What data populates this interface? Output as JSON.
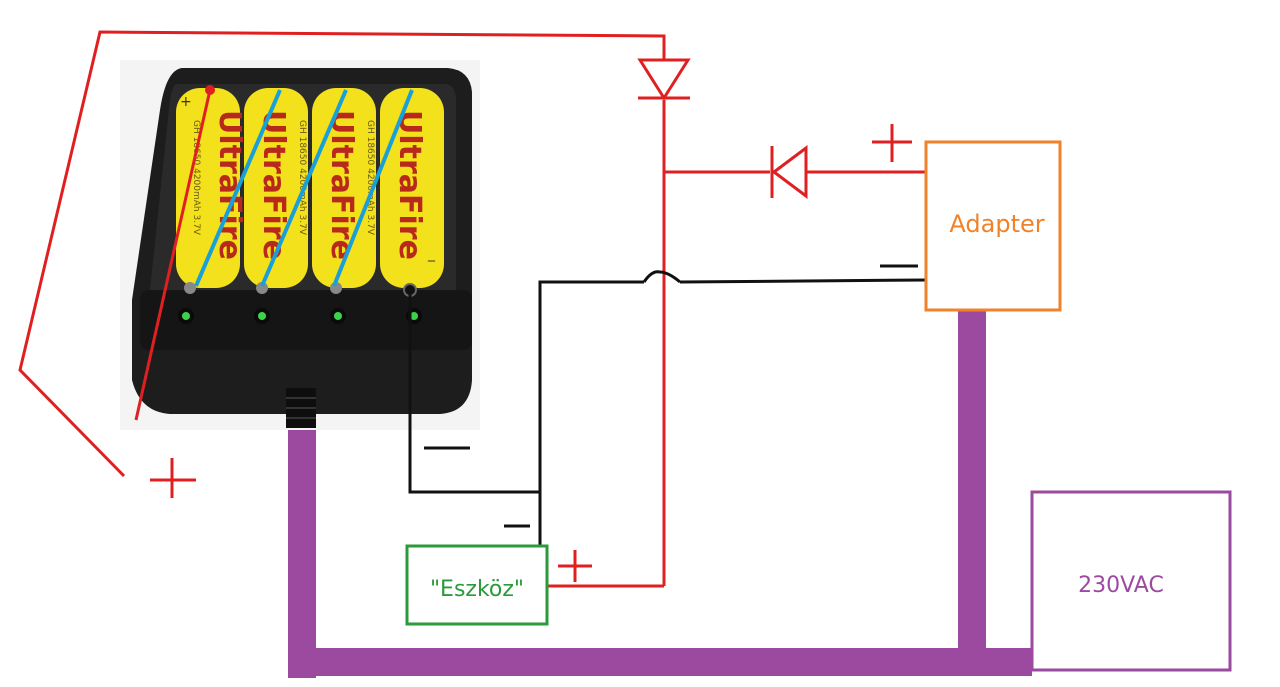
{
  "labels": {
    "adapter": "Adapter",
    "eszkoz": "\"Eszköz\"",
    "ac_source": "230VAC",
    "battery_brand": "UltraFire",
    "battery_plus": "+",
    "battery_minus": "_",
    "battery_small_text": "GH 18650 4200mAh 3.7V"
  },
  "colors": {
    "positive_wire": "#e02020",
    "negative_wire": "#111111",
    "ac_wire": "#9b4aa0",
    "series_link": "#1aa0d8",
    "adapter": "#f0822a",
    "eszkoz": "#2a9a3a",
    "ac_source": "#9b4aa0",
    "battery_body": "#f3e11c",
    "holder": "#1d1d1d",
    "led": "#3bd34a"
  }
}
